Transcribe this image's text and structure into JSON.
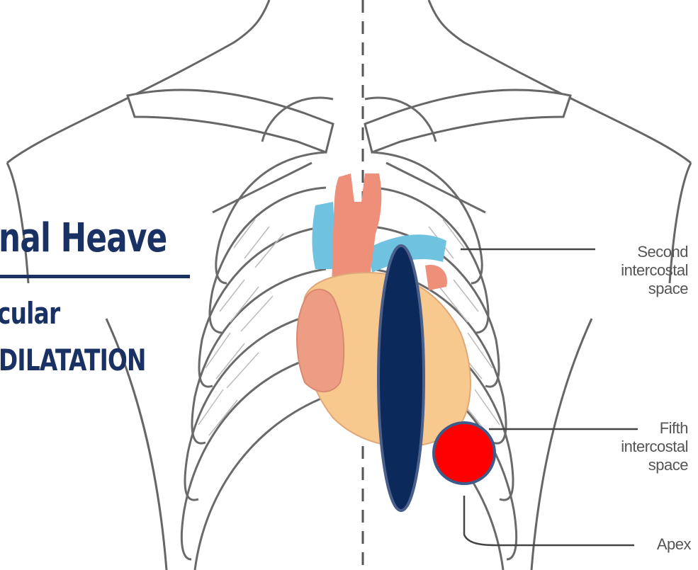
{
  "slide": {
    "heading": "nal Heave",
    "subheading_line1": "cular",
    "subheading_line2": "DILATATION"
  },
  "labels": {
    "second_line1": "Second",
    "second_line2": "intercostal",
    "second_line3": "space",
    "fifth_line1": "Fifth",
    "fifth_line2": "intercostal",
    "fifth_line3": "space",
    "apex": "Apex"
  },
  "colors": {
    "title": "#1a3163",
    "navy_marker": "#0b2a5b",
    "red_marker": "#ff0000",
    "heart_body": "#f8c98f",
    "heart_vessels": "#ee8f7a",
    "pulmonary": "#6fc3e0",
    "line": "#555555"
  }
}
